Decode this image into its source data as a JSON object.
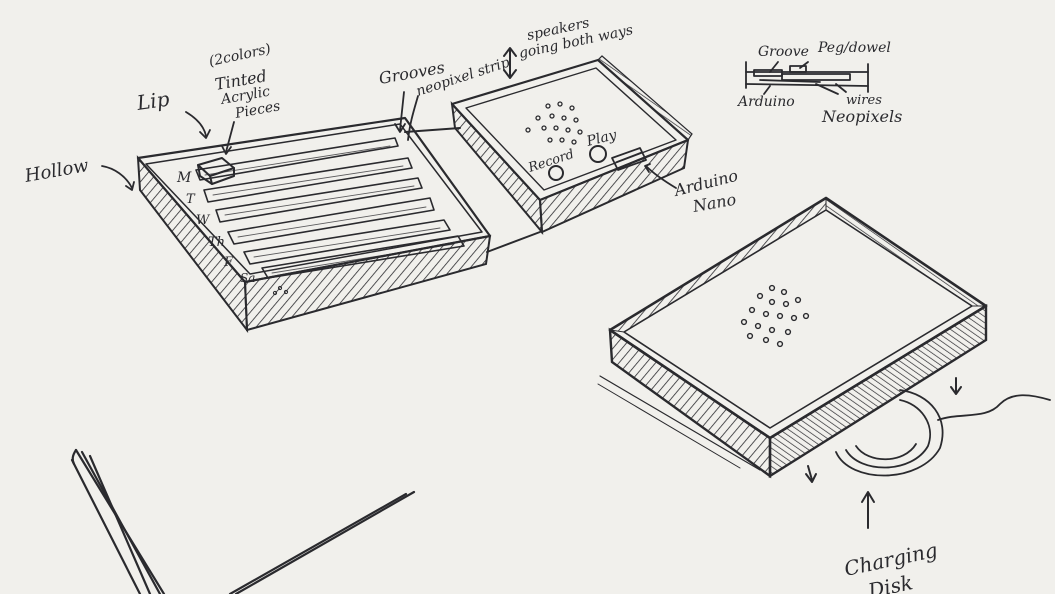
{
  "labels": {
    "colors_note": "(2colors)",
    "tinted_acrylic_1": "Tinted",
    "tinted_acrylic_2": "Acrylic",
    "tinted_acrylic_3": "Pieces",
    "lip": "Lip",
    "hollow": "Hollow",
    "grooves": "Grooves",
    "neopixel_strip": "neopixel strip",
    "speakers_1": "speakers",
    "speakers_2": "going both ways",
    "record": "Record",
    "play": "Play",
    "arduino_nano_1": "Arduino",
    "arduino_nano_2": "Nano",
    "groove": "Groove",
    "peg_dowel": "Peg/dowel",
    "arduino": "Arduino",
    "wires": "wires",
    "neopixels": "Neopixels",
    "charging_1": "Charging",
    "charging_2": "Disk"
  },
  "days": [
    "M",
    "T",
    "W",
    "Th",
    "F",
    "Sa"
  ],
  "colors": {
    "paper": "#f1f0ec",
    "ink": "#2a2a2e"
  }
}
